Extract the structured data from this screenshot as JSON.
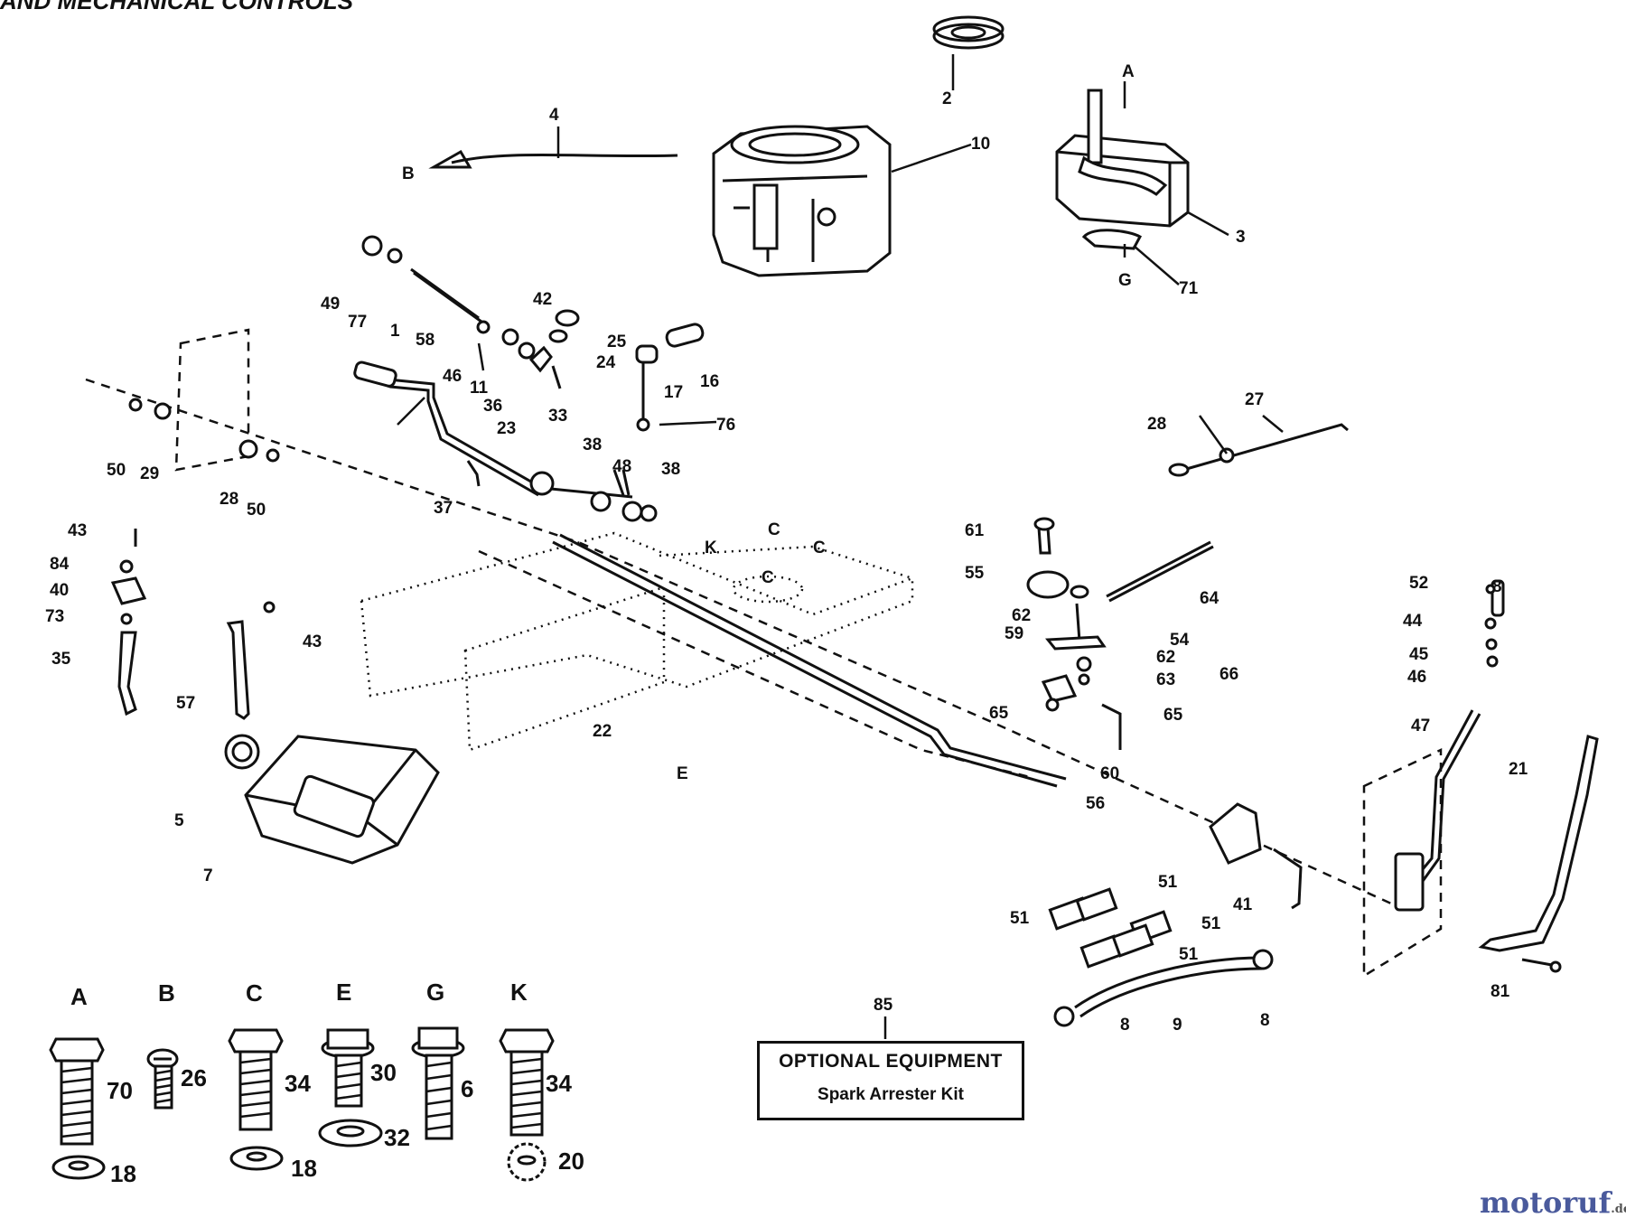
{
  "header_text": "AND MECHANICAL CONTROLS",
  "optional_box": {
    "ref": "85",
    "title": "OPTIONAL EQUIPMENT",
    "subtitle": "Spark Arrester Kit"
  },
  "watermark": {
    "main": "motoruf",
    "suffix": ".de"
  },
  "hardware_legend": [
    {
      "letter": "A",
      "bolt": "70",
      "washer": "18"
    },
    {
      "letter": "B",
      "bolt": "26",
      "washer": ""
    },
    {
      "letter": "C",
      "bolt": "34",
      "washer": "18"
    },
    {
      "letter": "E",
      "bolt": "30",
      "washer": "32"
    },
    {
      "letter": "G",
      "bolt": "6",
      "washer": ""
    },
    {
      "letter": "K",
      "bolt": "34",
      "washer": "20"
    }
  ],
  "callouts": [
    "2",
    "4",
    "B",
    "10",
    "A",
    "3",
    "G",
    "71",
    "49",
    "77",
    "58",
    "1",
    "42",
    "25",
    "24",
    "46",
    "11",
    "23",
    "33",
    "17",
    "16",
    "76",
    "36",
    "38",
    "48",
    "38",
    "37",
    "28",
    "27",
    "50",
    "29",
    "28",
    "50",
    "43",
    "84",
    "40",
    "73",
    "35",
    "43",
    "57",
    "5",
    "7",
    "K",
    "C",
    "C",
    "C",
    "22",
    "E",
    "61",
    "55",
    "62",
    "59",
    "64",
    "54",
    "62",
    "63",
    "66",
    "65",
    "65",
    "60",
    "56",
    "52",
    "8",
    "44",
    "45",
    "46",
    "47",
    "21",
    "41",
    "51",
    "51",
    "51",
    "51",
    "8",
    "9",
    "8",
    "81"
  ]
}
